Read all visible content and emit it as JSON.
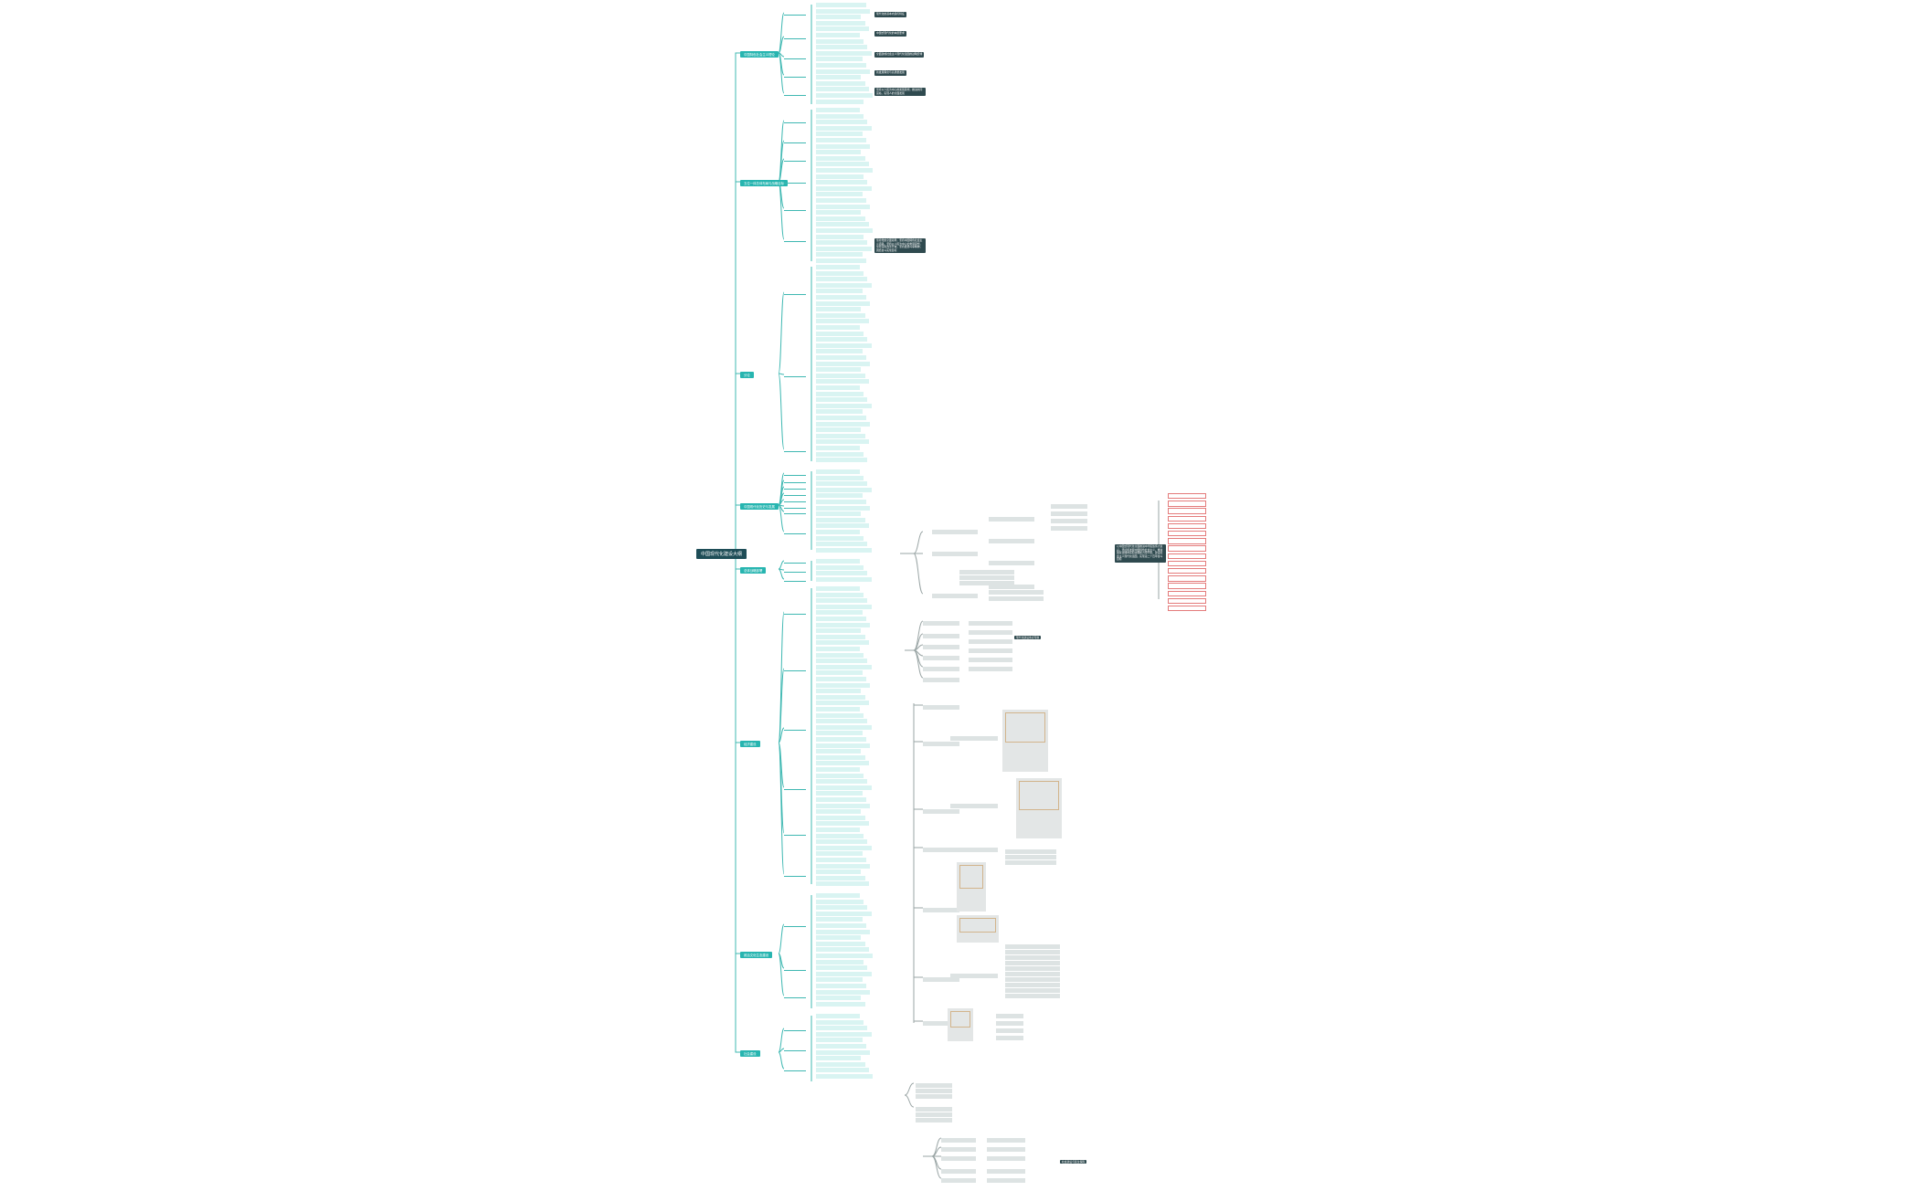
{
  "root": {
    "title": "中国现代化建设大纲"
  },
  "branches": [
    {
      "label": "中国特色社会主义理论"
    },
    {
      "label": "五位一体总体布局与战略目标"
    },
    {
      "label": "分论"
    },
    {
      "label": "中国现代化历史与发展"
    },
    {
      "label": "总体战略部署"
    },
    {
      "label": "经济建设"
    },
    {
      "label": "政治文化生态建设"
    },
    {
      "label": "社会建设"
    }
  ],
  "notes": [
    {
      "text": "现代化的基本内涵与特征"
    },
    {
      "text": "中国式现代化的本质要求"
    },
    {
      "text": "全面建成社会主义现代化强国的战略安排"
    },
    {
      "text": "新发展理念与高质量发展"
    },
    {
      "text": "坚持以人民为中心的发展思想，推进共同富裕，实现人的全面发展"
    },
    {
      "text": "坚持党的全面领导，坚持中国特色社会主义道路，坚持以人民为中心的发展思想，坚持深化改革开放，坚持发扬斗争精神，团结奋斗实现目标"
    },
    {
      "text": "以中国式现代化全面推进中华民族伟大复兴，坚持和发展中国特色社会主义，推进国家治理体系和治理能力现代化，建设社会主义现代化强国，实现第二个百年奋斗目标"
    }
  ],
  "secondary": {
    "heading": "现代化建设重点专题",
    "callout": "社会建设与民生保障"
  }
}
